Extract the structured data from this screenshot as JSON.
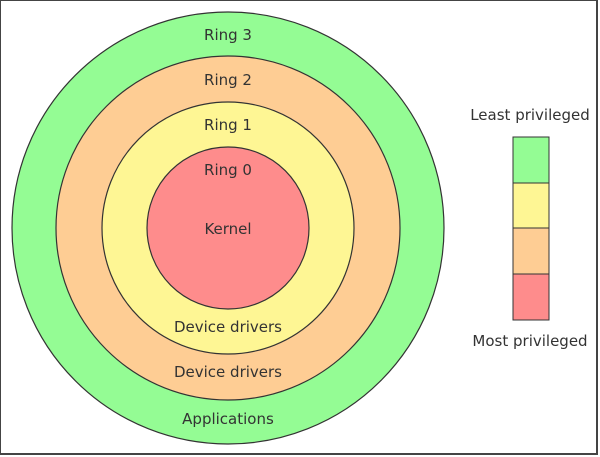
{
  "diagram": {
    "title": "Protection rings",
    "rings": [
      {
        "name": "Ring 3",
        "color": "#94fc94",
        "bottom_label": "Applications"
      },
      {
        "name": "Ring 2",
        "color": "#fecd94",
        "bottom_label": "Device drivers"
      },
      {
        "name": "Ring 1",
        "color": "#fef694",
        "bottom_label": "Device drivers"
      },
      {
        "name": "Ring 0",
        "color": "#fe8c8c",
        "center_label": "Kernel"
      }
    ],
    "legend": {
      "top_label": "Least privileged",
      "bottom_label": "Most privileged",
      "colors": [
        "#94fc94",
        "#fef694",
        "#fecd94",
        "#fe8c8c"
      ]
    },
    "stroke_color": "#333333"
  }
}
